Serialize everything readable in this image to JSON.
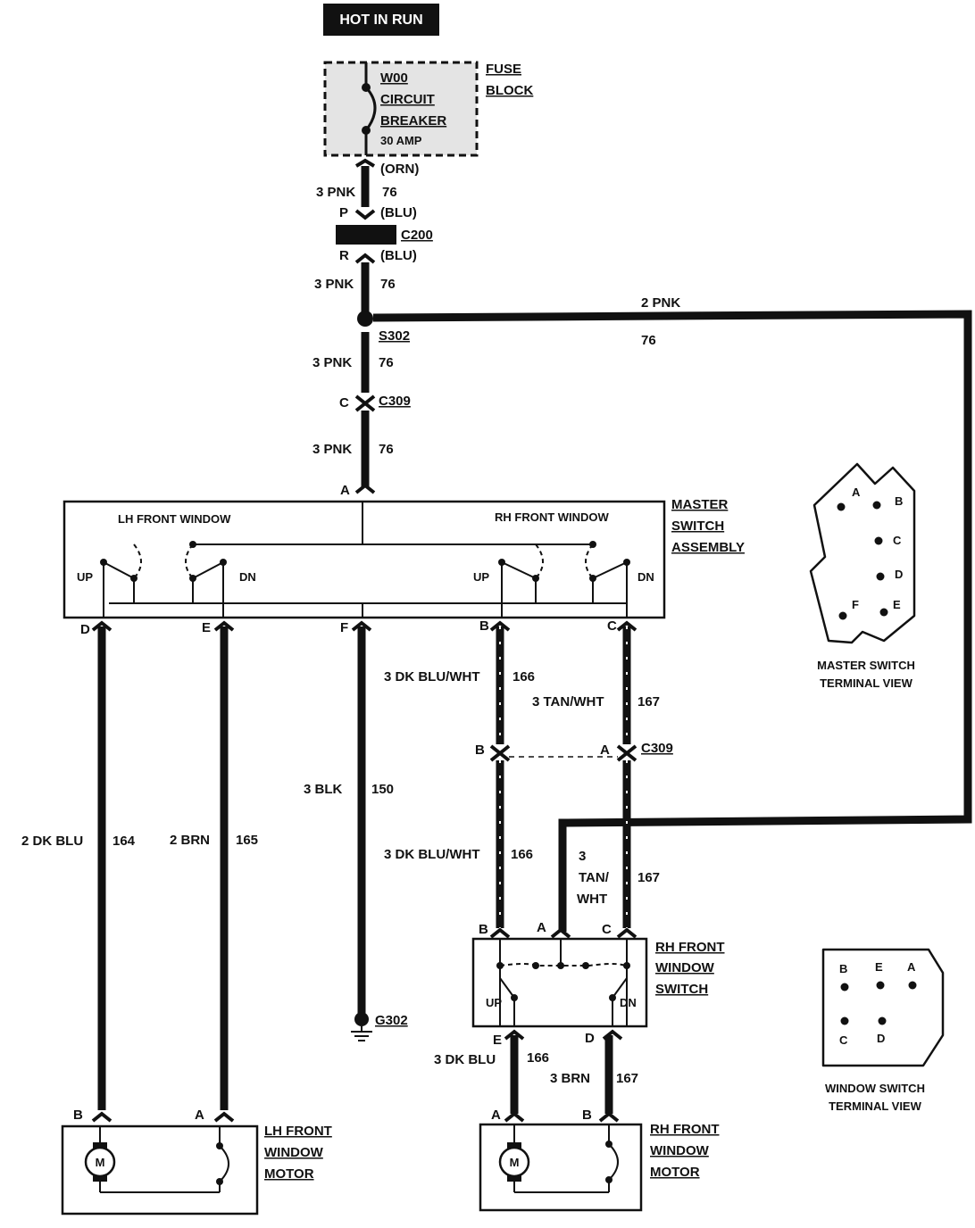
{
  "header": {
    "hot_in_run": "HOT IN RUN"
  },
  "fuse_block": {
    "title_line1": "FUSE",
    "title_line2": "BLOCK",
    "breaker_line1": "W00",
    "breaker_line2": "CIRCUIT",
    "breaker_line3": "BREAKER",
    "amp": "30 AMP"
  },
  "main_feed": {
    "orn": "(ORN)",
    "wire_1_gauge": "3 PNK",
    "wire_1_circuit": "76",
    "pin_p": "P",
    "blu_1": "(BLU)",
    "c200": "C200",
    "pin_r": "R",
    "blu_2": "(BLU)",
    "wire_2_gauge": "3 PNK",
    "wire_2_circuit": "76",
    "s302": "S302",
    "wire_3_gauge": "3 PNK",
    "wire_3_circuit": "76",
    "pin_c": "C",
    "c309": "C309",
    "wire_4_gauge": "3 PNK",
    "wire_4_circuit": "76",
    "pin_a": "A"
  },
  "branch": {
    "gauge": "2 PNK",
    "circuit": "76"
  },
  "master_switch": {
    "lh_label": "LH FRONT WINDOW",
    "rh_label": "RH FRONT WINDOW",
    "lh_up": "UP",
    "lh_dn": "DN",
    "rh_up": "UP",
    "rh_dn": "DN",
    "title_line1": "MASTER",
    "title_line2": "SWITCH",
    "title_line3": "ASSEMBLY",
    "pin_d": "D",
    "pin_e": "E",
    "pin_f": "F",
    "pin_b": "B",
    "pin_c": "C"
  },
  "wires": {
    "dk_blu_gauge": "2 DK BLU",
    "dk_blu_circuit": "164",
    "brn_gauge": "2 BRN",
    "brn_circuit": "165",
    "blk_gauge": "3 BLK",
    "blk_circuit": "150",
    "g302": "G302",
    "dkbluwht_1_gauge": "3 DK BLU/WHT",
    "dkbluwht_1_circuit": "166",
    "tanwht_1_gauge": "3 TAN/WHT",
    "tanwht_1_circuit": "167",
    "c309_pin_b": "B",
    "c309_pin_a": "A",
    "c309_label": "C309",
    "dkbluwht_2_gauge": "3 DK BLU/WHT",
    "dkbluwht_2_circuit": "166",
    "tanwht_2_line1": "3",
    "tanwht_2_line2": "TAN/",
    "tanwht_2_line3": "WHT",
    "tanwht_2_circuit": "167"
  },
  "rh_switch": {
    "pin_b": "B",
    "pin_a": "A",
    "pin_c": "C",
    "up": "UP",
    "dn": "DN",
    "title_line1": "RH FRONT",
    "title_line2": "WINDOW",
    "title_line3": "SWITCH",
    "pin_e": "E",
    "pin_d": "D",
    "out_blu_gauge": "3 DK BLU",
    "out_blu_circuit": "166",
    "out_brn_gauge": "3 BRN",
    "out_brn_circuit": "167"
  },
  "lh_motor": {
    "pin_b": "B",
    "pin_a": "A",
    "m": "M",
    "title_line1": "LH FRONT",
    "title_line2": "WINDOW",
    "title_line3": "MOTOR"
  },
  "rh_motor": {
    "pin_a": "A",
    "pin_b": "B",
    "m": "M",
    "title_line1": "RH FRONT",
    "title_line2": "WINDOW",
    "title_line3": "MOTOR"
  },
  "master_terminal_view": {
    "pins": [
      "A",
      "B",
      "C",
      "D",
      "F",
      "E"
    ],
    "caption_line1": "MASTER SWITCH",
    "caption_line2": "TERMINAL VIEW"
  },
  "window_terminal_view": {
    "pins": [
      "B",
      "E",
      "A",
      "C",
      "D"
    ],
    "caption_line1": "WINDOW SWITCH",
    "caption_line2": "TERMINAL VIEW"
  }
}
